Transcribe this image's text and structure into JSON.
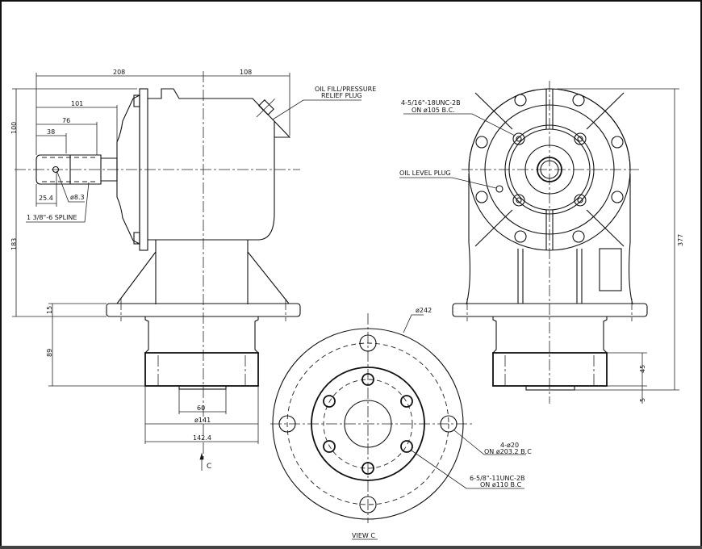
{
  "dimensions": {
    "d208": "208",
    "d108": "108",
    "d101": "101",
    "d76": "76",
    "d38": "38",
    "d25_4": "25.4",
    "d8_3": "ø8.3",
    "d100": "100",
    "d183": "183",
    "d15": "15",
    "d89": "89",
    "d60": "60",
    "d141": "ø141",
    "d142_4": "142.4",
    "d377": "377",
    "d45": "45",
    "d5": "5",
    "d242": "ø242"
  },
  "notes": {
    "spline": "1 3/8\"-6 SPLINE",
    "oil_fill_1": "OIL FILL/PRESSURE",
    "oil_fill_2": "RELIEF PLUG",
    "thread_top_1": "4-5/16\"-18UNC-2B",
    "thread_top_2": "ON ø105 B.C.",
    "oil_level": "OIL LEVEL PLUG",
    "holes_1": "4-ø20",
    "holes_2": "ON ø203.2 B.C",
    "thread_bot_1": "6-5/8\"-11UNC-2B",
    "thread_bot_2": "ON ø110 B.C",
    "view_arrow": "C",
    "view_title": "VIEW C"
  }
}
